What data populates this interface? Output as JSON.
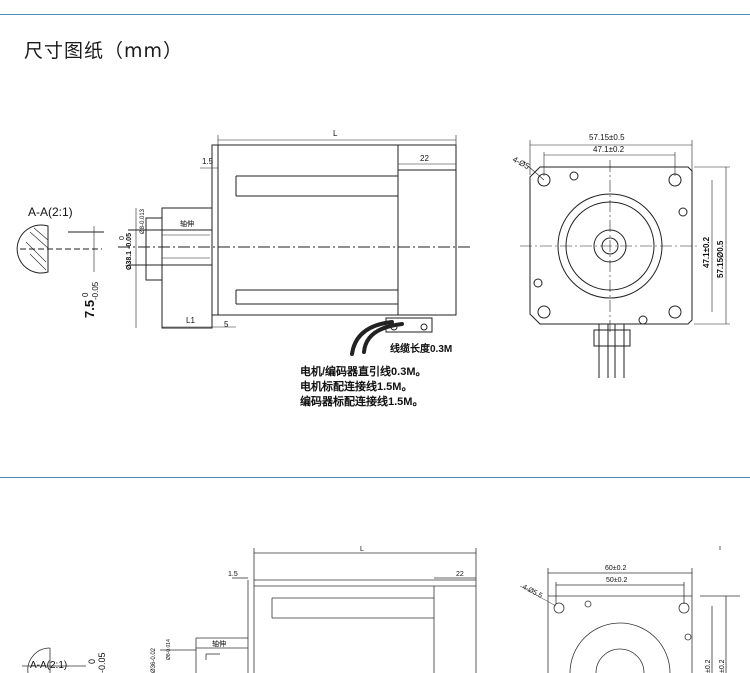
{
  "page": {
    "title": "尺寸图纸（mm）"
  },
  "drawing1": {
    "section_label": "A-A(2:1)",
    "key_dim_main": "7.5",
    "key_dim_upper": "0",
    "key_dim_lower": "-0.05",
    "length_label": "L",
    "flange_offset": "1.5",
    "rear_length": "22",
    "shaft_tol_upper": "0",
    "shaft_tol_lower": "Ø38.1 -0.05",
    "shaft_dia": "Ø8-0.013",
    "key_label": "轴伸",
    "shaft_length_label": "L1",
    "flange_thickness": "5",
    "cable_length": "线缆长度0.3M",
    "notes": [
      "电机/编码器直引线0.3M。",
      "电机标配连接线1.5M。",
      "编码器标配连接线1.5M。"
    ],
    "outer_width": "57.15±0.5",
    "hole_pitch": "47.1±0.2",
    "hole_label": "4-Ø5",
    "hole_pitch_v": "47.1±0.2",
    "outer_width_v": "57.15Ø0.5"
  },
  "drawing2": {
    "section_label": "A-A(2:1)",
    "key_dim_upper": "0",
    "key_dim_lower": "-0.05",
    "length_label": "L",
    "flange_offset": "1.5",
    "rear_length": "22",
    "shaft_tol": "Ø36-0.02",
    "shaft_dia": "Ø8-0.014",
    "key_label": "轴伸",
    "outer_width": "60±0.2",
    "hole_pitch": "50±0.2",
    "hole_label": "4-Ø5.5",
    "right_dim_1": "±0.2",
    "right_dim_2": "±0.2"
  }
}
